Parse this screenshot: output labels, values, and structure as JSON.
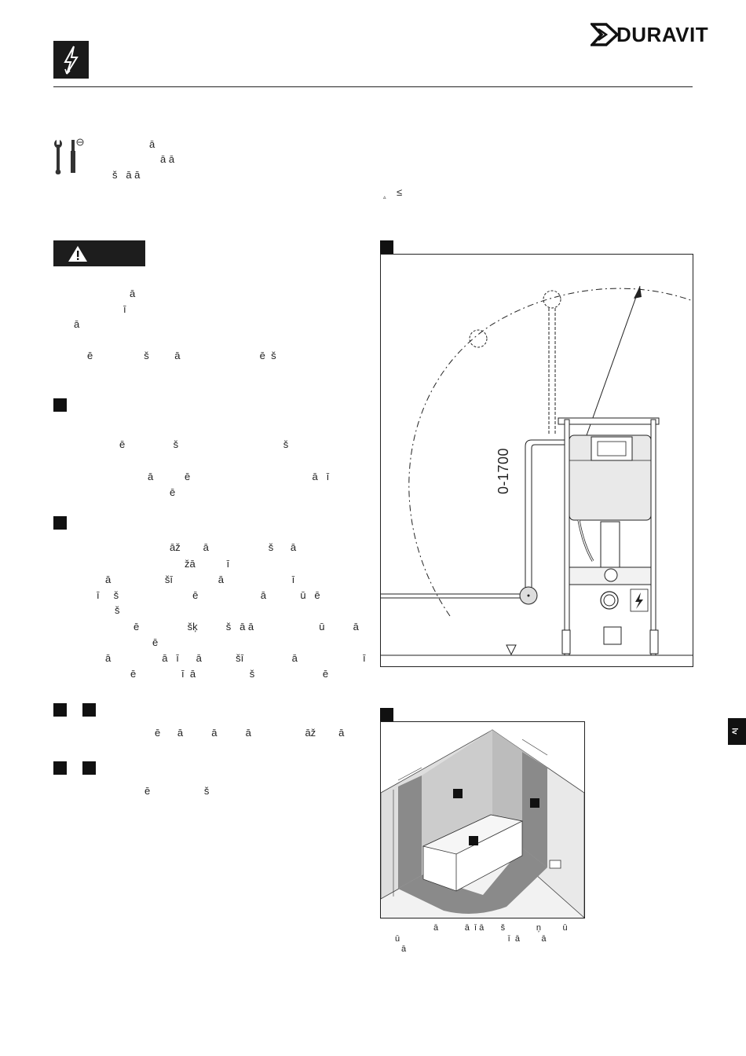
{
  "header": {
    "brand": "DURAVIT"
  },
  "tools_note": {
    "line1": "ā",
    "line2": "ā ā",
    "line3": "š   ā ā"
  },
  "right_note": "≤",
  "warning": {
    "label": "",
    "p1_l1": "ā",
    "p1_l2": "ī",
    "p1_l3": "ā",
    "p2": "ē                  š         ā                            ē  š"
  },
  "sections": {
    "s1": {
      "l1": "ē                 š                                     š",
      "l2": "ā           ē                                           ā   ī",
      "l3": "ē"
    },
    "s2": {
      "l1": "āž        ā                     š      ā",
      "l2": "žā           ī",
      "l3": "ā                   šī                ā                        ī",
      "l4": "ī     š                          ē                      ā            ū   ē",
      "l5": "š",
      "l6": "ē                 šķ          š   ā ā                       ū          ā",
      "l7": "ē",
      "l8": "ā                  ā   ī      ā            šī                 ā                       ī",
      "l9": "ē                ī  ā                   š                        ē"
    },
    "s3": {
      "l1": "ē      ā          ā          ā                   āž        ā"
    },
    "s4": {
      "l1": "ē                   š"
    }
  },
  "figure1": {
    "dimension_label": "0-1700"
  },
  "figure2": {
    "caption_l1": "ā           ā  ī ā       š             ņ         ū",
    "caption_l2": "ū                                             ī  ā         ā",
    "caption_l3": "ā"
  },
  "side_tab": "lv"
}
